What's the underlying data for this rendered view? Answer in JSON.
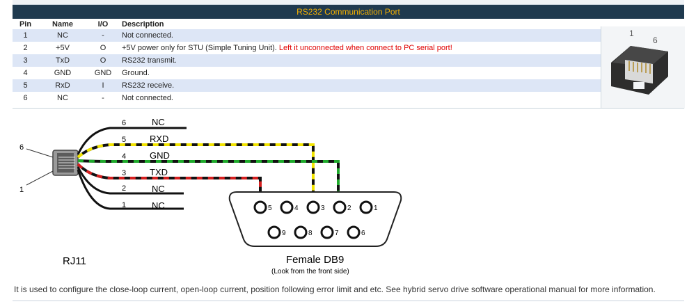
{
  "section": {
    "title": "RS232 Communication Port"
  },
  "table": {
    "headers": [
      "Pin",
      "Name",
      "I/O",
      "Description"
    ],
    "rows": [
      {
        "pin": "1",
        "name": "NC",
        "io": "-",
        "desc": "Not connected.",
        "warning": ""
      },
      {
        "pin": "2",
        "name": "+5V",
        "io": "O",
        "desc": "+5V power only for STU (Simple Tuning Unit).",
        "warning": "Left it unconnected when connect to PC serial port!"
      },
      {
        "pin": "3",
        "name": "TxD",
        "io": "O",
        "desc": "RS232 transmit.",
        "warning": ""
      },
      {
        "pin": "4",
        "name": "GND",
        "io": "GND",
        "desc": "Ground.",
        "warning": ""
      },
      {
        "pin": "5",
        "name": "RxD",
        "io": "I",
        "desc": "RS232 receive.",
        "warning": ""
      },
      {
        "pin": "6",
        "name": "NC",
        "io": "-",
        "desc": "Not connected.",
        "warning": ""
      }
    ]
  },
  "connector_image": {
    "label_left": "1",
    "label_right": "6"
  },
  "diagram": {
    "rj11_label": "RJ11",
    "rj11_end_left": "6",
    "rj11_end_bottom": "1",
    "wires": [
      {
        "num": "6",
        "name": "NC"
      },
      {
        "num": "5",
        "name": "RXD"
      },
      {
        "num": "4",
        "name": "GND"
      },
      {
        "num": "3",
        "name": "TXD"
      },
      {
        "num": "2",
        "name": "NC"
      },
      {
        "num": "1",
        "name": "NC"
      }
    ],
    "db9_label": "Female DB9",
    "db9_sublabel": "(Look from the front side)",
    "db9_top_pins": [
      "5",
      "4",
      "3",
      "2",
      "1"
    ],
    "db9_bottom_pins": [
      "9",
      "8",
      "7",
      "6"
    ],
    "colors": {
      "yellow": "#f2e400",
      "green": "#1faa2c",
      "red": "#d62020",
      "black": "#111111"
    }
  },
  "footer": {
    "text": "It is used to configure the close-loop current, open-loop current, position following error limit and etc. See hybrid servo drive software operational manual for more information."
  }
}
